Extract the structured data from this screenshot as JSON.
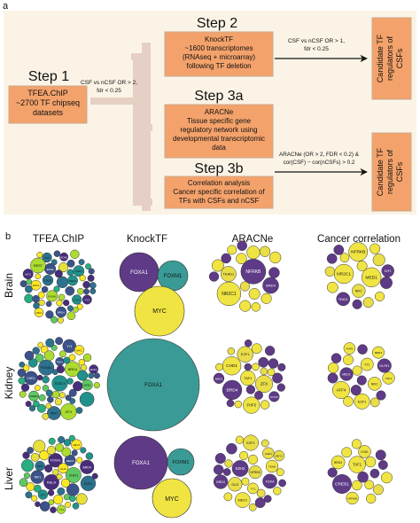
{
  "panel_a": {
    "letter": "a",
    "step1": {
      "heading": "Step 1",
      "box_line1": "TFEA.ChIP",
      "box_line2": "~2700 TF chipseq",
      "box_line3": "datasets"
    },
    "step1_to_steps": {
      "line1": "CSF vs nCSF OR > 2,",
      "line2": "fdr < 0.25"
    },
    "step2": {
      "heading": "Step 2",
      "line1": "KnockTF",
      "line2": "~1600 transcriptomes",
      "line3": "(RNAseq + microarray)",
      "line4": "following TF deletion"
    },
    "step2_arrow": {
      "line1": "CSF vs nCSF OR > 1,",
      "line2": "fdr < 0.25"
    },
    "step3a": {
      "heading": "Step 3a",
      "line1": "ARACNe",
      "line2": "Tissue specific gene",
      "line3": "regulatory network using",
      "line4": "developmental transcriptomic",
      "line5": "data"
    },
    "step3b": {
      "heading": "Step 3b",
      "line1": "Correlation analysis",
      "line2": "Cancer specific correlation of",
      "line3": "TFs with CSFs and nCSF"
    },
    "step3_arrow": {
      "line1": "ARACNe (OR > 2, FDR < 0.2) &",
      "line2": "cor(CSF) − cor(nCSFs) > 0.2"
    },
    "output_top": {
      "line1": "Candidate TF",
      "line2": "regulators of",
      "line3": "CSFs"
    },
    "output_bottom": {
      "line1": "Candidate TF",
      "line2": "regulators of",
      "line3": "CSFs"
    }
  },
  "panel_b": {
    "letter": "b",
    "columns": [
      "TFEA.ChIP",
      "KnockTF",
      "ARACNe",
      "Cancer correlation"
    ],
    "rows": [
      "Brain",
      "Kidney",
      "Liver"
    ],
    "knocktf": {
      "brain": [
        {
          "label": "FOXA1",
          "color": "#5e3a87"
        },
        {
          "label": "FOXM1",
          "color": "#3a9b96"
        },
        {
          "label": "MYC",
          "color": "#f0e442"
        }
      ],
      "kidney": [
        {
          "label": "FOXA1",
          "color": "#3a9b96"
        }
      ],
      "liver": [
        {
          "label": "FOXA1",
          "color": "#5e3a87"
        },
        {
          "label": "FOXM1",
          "color": "#3a9b96"
        },
        {
          "label": "MYC",
          "color": "#f0e442"
        }
      ]
    },
    "aracne": {
      "brain": [
        "NFRKB",
        "NR2C1",
        "TEAD1",
        "BRD4",
        "NFIC",
        "EZH2",
        "MED1",
        "E2F1",
        "FOXP1",
        "GLI3",
        "ZNF"
      ],
      "kidney": [
        "TAF1",
        "ZFX",
        "MED1",
        "BRD4",
        "CHD1",
        "E2F1",
        "FHF5",
        "STAT3",
        "NFIC",
        "HIF1A",
        "GLYR1",
        "PRC1"
      ],
      "liver": [
        "EZH2",
        "FOXA",
        "MED1",
        "BRD4",
        "CHD1",
        "E2F1",
        "YY1",
        "TEAD",
        "NFRKB",
        "GLI3",
        "HEY1"
      ]
    },
    "cancer": {
      "brain": [
        "NFRKB",
        "NR2C1",
        "TEAD1",
        "MED1",
        "NFIC",
        "E2F1",
        "BRD2",
        "PRC1",
        "KMT2A",
        "HEY1",
        "TAF1",
        "ZFX",
        "GLI3"
      ],
      "kidney": [
        "MED1",
        "FHF5",
        "NFIC",
        "YY1",
        "E2F1",
        "AFF4",
        "BRD4",
        "GLYR1",
        "TAF1",
        "CHD1",
        "ZFX",
        "NFRKB"
      ],
      "liver": [
        "TAF1",
        "CREB1",
        "NFRKB",
        "BRD4",
        "CHD1",
        "ZFX",
        "MED1",
        "E2F1",
        "YY1",
        "AFF4",
        "PRKD1"
      ]
    },
    "tfea": {
      "brain": [
        "CHD1",
        "SOX2",
        "BRD4",
        "MED1",
        "EZH2",
        "FOXA1",
        "E2F1",
        "TCF",
        "GLI3",
        "YY1",
        "CHD1",
        "MYC",
        "REST",
        "NFIC"
      ],
      "kidney": [
        "CHD1",
        "BRD4",
        "MED1",
        "FOXA1",
        "E2F1",
        "YY1",
        "ZFX",
        "TAF1",
        "STAT3",
        "NFIC",
        "MYC",
        "CREB1"
      ],
      "liver": [
        "CHD1",
        "BRD4",
        "MED1",
        "FOXA1",
        "E2F1",
        "YY1",
        "ZFX",
        "TAF1",
        "HEY1",
        "RELA",
        "NFIC",
        "GLI3"
      ]
    },
    "palette": [
      "#472d7b",
      "#3b528b",
      "#2c728e",
      "#21918c",
      "#28ae80",
      "#5ec962",
      "#addc30",
      "#fde725",
      "#e8e03a"
    ]
  }
}
